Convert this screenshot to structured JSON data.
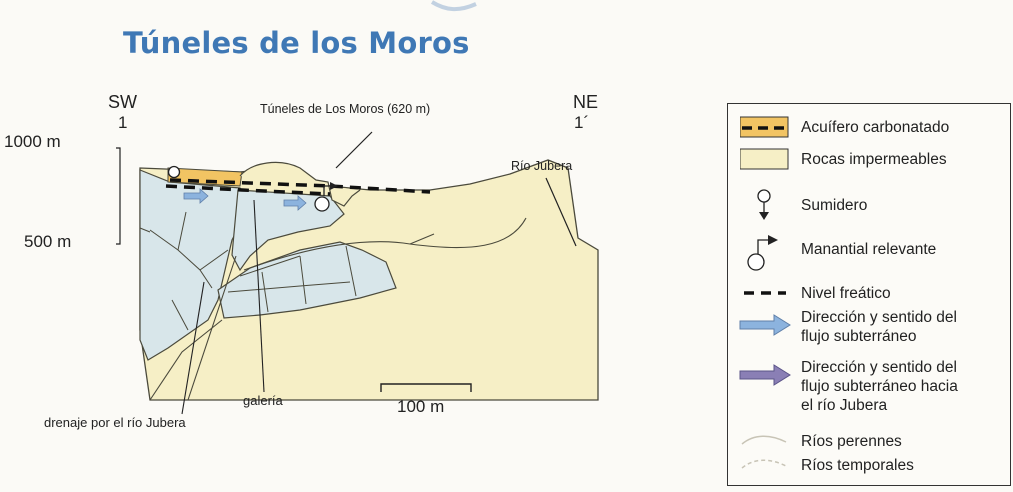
{
  "title": "Túneles de los Moros",
  "section": {
    "sw_label": "SW",
    "sw_marker": "1",
    "ne_label": "NE",
    "ne_marker": "1´",
    "elev_1000": "1000 m",
    "elev_500": "500 m",
    "tunnel_label": "Túneles de Los Moros (620 m)",
    "river_label": "Río Jubera",
    "gallery_label": "galería",
    "drainage_label": "drenaje por el río Jubera",
    "scale_label": "100 m"
  },
  "legend": {
    "items": [
      {
        "icon": "carbonate-aquifer-swatch",
        "lines": [
          "Acuífero carbonatado"
        ]
      },
      {
        "icon": "impermeable-rocks-swatch",
        "lines": [
          "Rocas impermeables"
        ]
      },
      {
        "icon": "sinkhole-symbol",
        "lines": [
          "Sumidero"
        ]
      },
      {
        "icon": "spring-symbol",
        "lines": [
          "Manantial relevante"
        ]
      },
      {
        "icon": "dashed-line",
        "lines": [
          "Nivel freático"
        ]
      },
      {
        "icon": "light-blue-arrow",
        "lines": [
          "Dirección y sentido del",
          "flujo subterráneo"
        ]
      },
      {
        "icon": "purple-arrow",
        "lines": [
          "Dirección y sentido del",
          "flujo subterráneo hacia",
          "el río Jubera"
        ]
      },
      {
        "icon": "perennial-river-line",
        "lines": [
          "Ríos perennes"
        ]
      },
      {
        "icon": "temporary-river-line",
        "lines": [
          "Ríos temporales"
        ]
      }
    ]
  },
  "colors": {
    "title": "#3f78b5",
    "aquifer": "#f2c463",
    "impermeable": "#f6efc6",
    "blue_zone": "#d7e7ea",
    "flow_arrow": "#8cb3de",
    "flow_arrow_river": "#8a7fb5"
  }
}
